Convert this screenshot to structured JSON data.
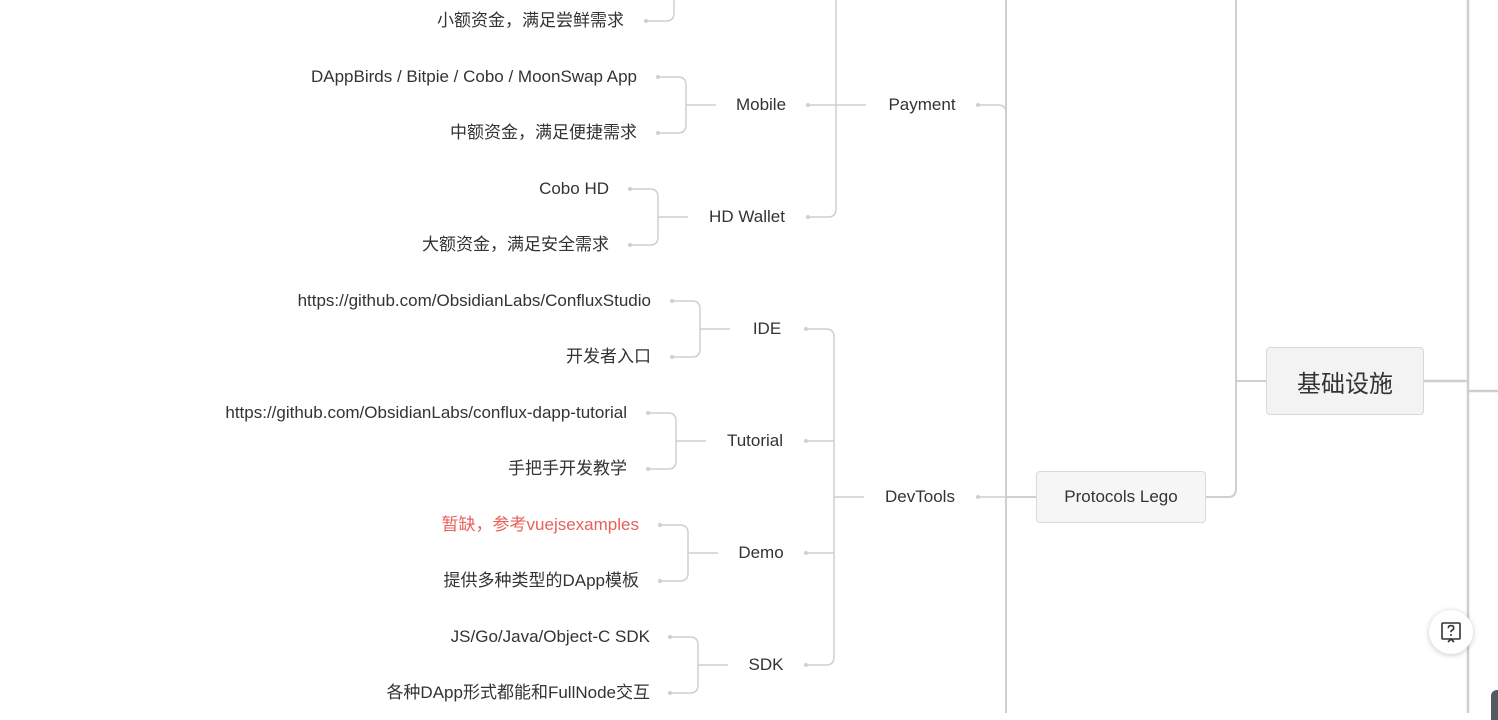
{
  "mindmap": {
    "root": {
      "label": "基础设施"
    },
    "protocols": {
      "label": "Protocols Lego"
    },
    "payment": {
      "label": "Payment",
      "top_leaf": "小额资金，满足尝鲜需求",
      "mobile": {
        "label": "Mobile",
        "leaf1": "DAppBirds / Bitpie / Cobo / MoonSwap App",
        "leaf2": "中额资金，满足便捷需求"
      },
      "hd": {
        "label": "HD Wallet",
        "leaf1": "Cobo HD",
        "leaf2": "大额资金，满足安全需求"
      }
    },
    "devtools": {
      "label": "DevTools",
      "ide": {
        "label": "IDE",
        "leaf1": "https://github.com/ObsidianLabs/ConfluxStudio",
        "leaf2": "开发者入口"
      },
      "tutorial": {
        "label": "Tutorial",
        "leaf1": "https://github.com/ObsidianLabs/conflux-dapp-tutorial",
        "leaf2": "手把手开发教学"
      },
      "demo": {
        "label": "Demo",
        "leaf1": "暂缺，参考vuejsexamples",
        "leaf2": "提供多种类型的DApp模板"
      },
      "sdk": {
        "label": "SDK",
        "leaf1": "JS/Go/Java/Object-C SDK",
        "leaf2": "各种DApp形式都能和FullNode交互"
      }
    }
  },
  "colors": {
    "line": "#cfcfcf",
    "highlight_text": "#e8605a"
  },
  "help_button": {
    "icon": "help-icon"
  }
}
